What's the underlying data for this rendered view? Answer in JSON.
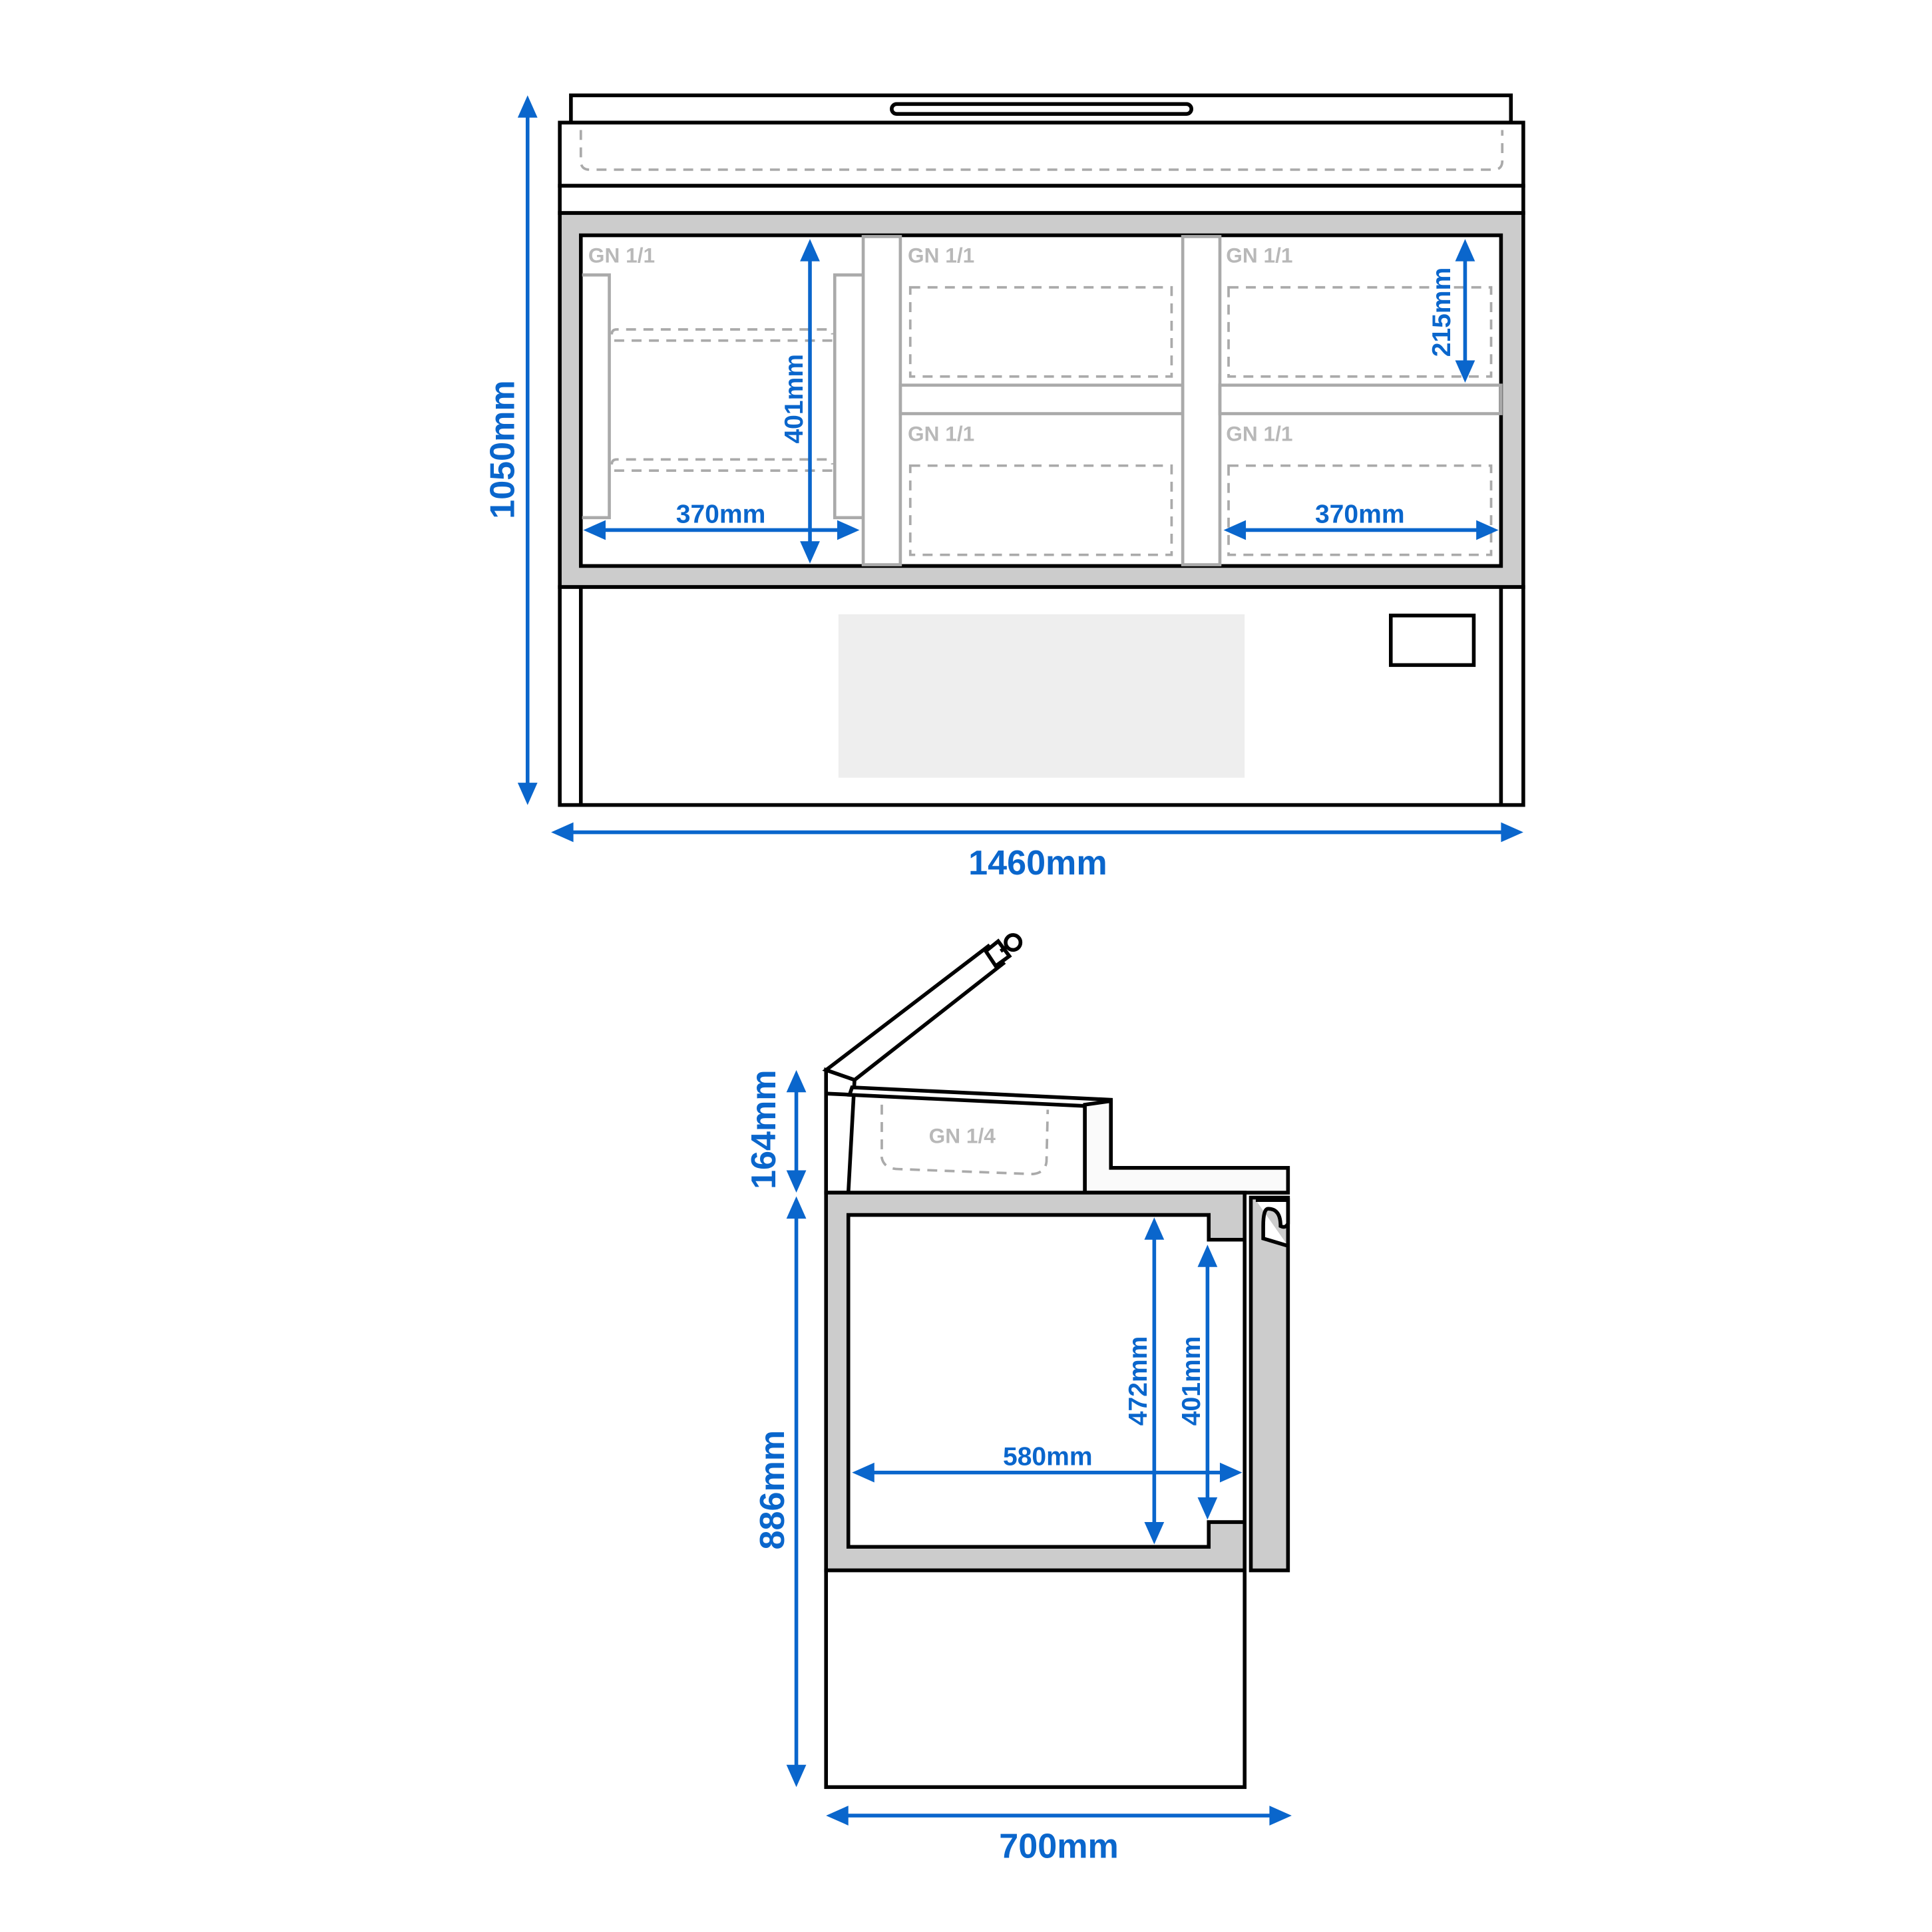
{
  "colors": {
    "dimension": "#0a66cc",
    "panel_gray": "#cccccc",
    "outline": "#000000"
  },
  "front_view": {
    "compartment_labels": [
      "GN 1/1",
      "GN 1/1",
      "GN 1/1",
      "GN 1/1",
      "GN 1/1"
    ],
    "dimensions": {
      "height": "1050mm",
      "width": "1460mm",
      "pan_depth": "401mm",
      "left_pan_width": "370mm",
      "right_pan_width": "370mm",
      "pan_height": "215mm"
    }
  },
  "side_view": {
    "top_pan_label": "GN 1/4",
    "dimensions": {
      "top_height": "164mm",
      "body_height": "886mm",
      "depth": "700mm",
      "inner_depth": "580mm",
      "inner_height": "472mm",
      "door_opening": "401mm"
    }
  }
}
